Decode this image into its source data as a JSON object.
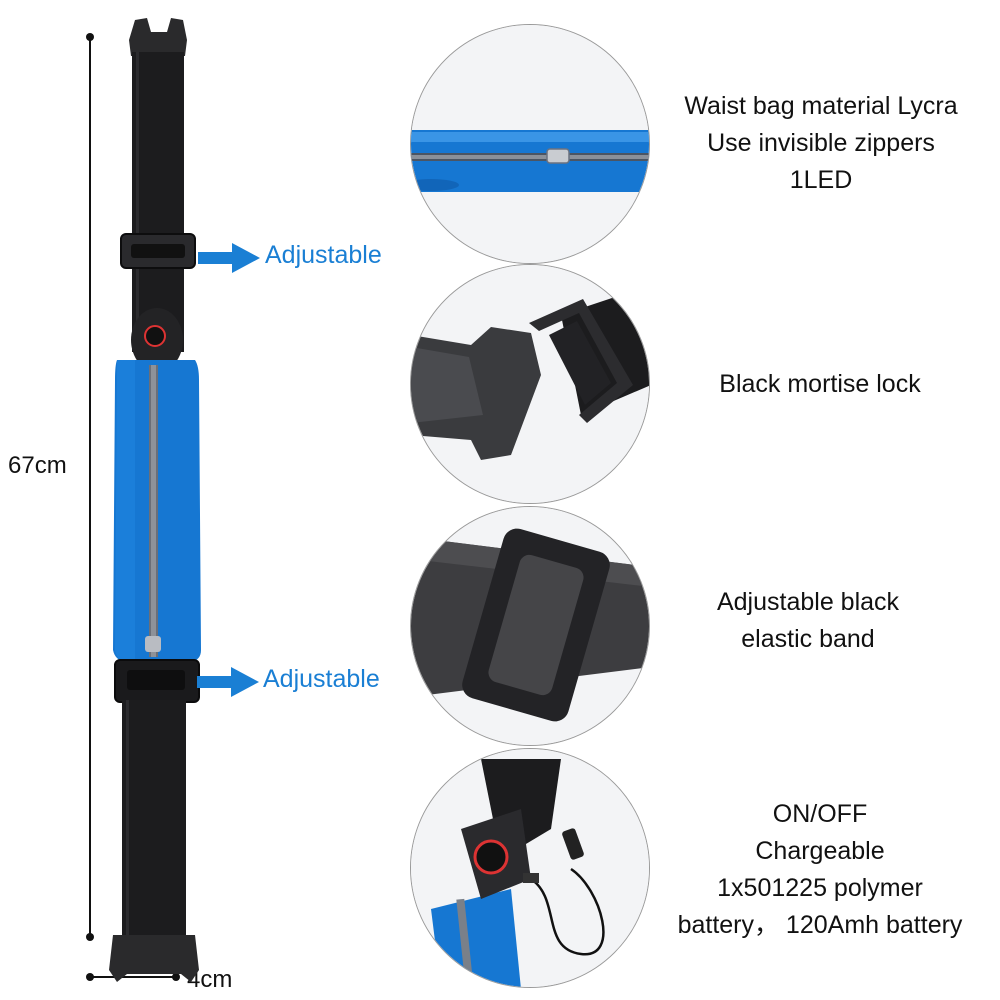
{
  "dimensions": {
    "height_label": "67cm",
    "width_label": "4cm"
  },
  "callouts": [
    {
      "label": "Adjustable"
    },
    {
      "label": "Adjustable"
    }
  ],
  "features": [
    {
      "lines": [
        "Waist bag material Lycra",
        "Use invisible zippers",
        "1LED"
      ]
    },
    {
      "lines": [
        "Black mortise lock"
      ]
    },
    {
      "lines": [
        "Adjustable black",
        "elastic band"
      ]
    },
    {
      "lines": [
        "ON/OFF",
        "Chargeable",
        "1x501225 polymer",
        "battery， 120Amh battery"
      ]
    }
  ],
  "colors": {
    "accent_blue": "#1a7fd4",
    "pouch_blue": "#1677d2",
    "strap_black": "#1c1c1e",
    "line_black": "#111111"
  }
}
